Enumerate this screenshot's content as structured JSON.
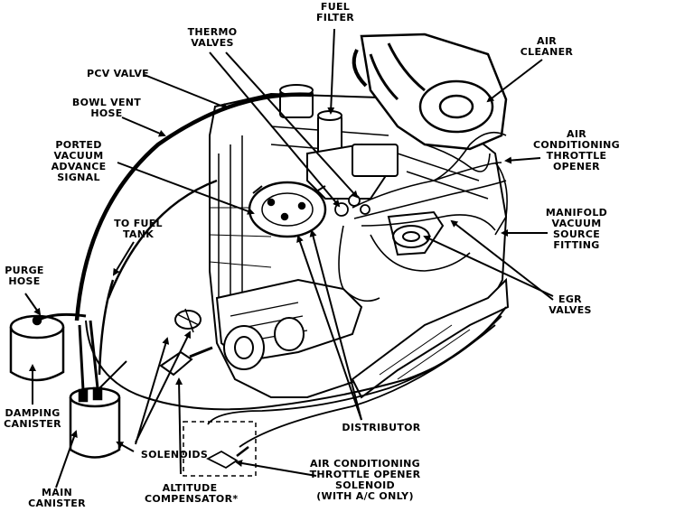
{
  "colors": {
    "ink": "#000000",
    "paper": "#ffffff"
  },
  "labels": {
    "fuel_filter": "FUEL\nFILTER",
    "thermo_valves": "THERMO\nVALVES",
    "air_cleaner": "AIR\nCLEANER",
    "pcv_valve": "PCV VALVE",
    "bowl_vent_hose": "BOWL VENT\nHOSE",
    "ported_vacuum": "PORTED\nVACUUM\nADVANCE\nSIGNAL",
    "ac_throttle_opener": "AIR\nCONDITIONING\nTHROTTLE\nOPENER",
    "manifold_vacuum": "MANIFOLD\nVACUUM\nSOURCE\nFITTING",
    "to_fuel_tank": "TO FUEL\nTANK",
    "purge_hose": "PURGE\nHOSE",
    "egr_valves": "EGR\nVALVES",
    "damping_canister": "DAMPING\nCANISTER",
    "distributor": "DISTRIBUTOR",
    "solenoids": "SOLENOIDS",
    "main_canister": "MAIN\nCANISTER",
    "altitude_compensator": "ALTITUDE\nCOMPENSATOR*",
    "ac_opener_solenoid": "AIR CONDITIONING\nTHROTTLE OPENER\nSOLENOID\n(WITH A/C ONLY)"
  }
}
